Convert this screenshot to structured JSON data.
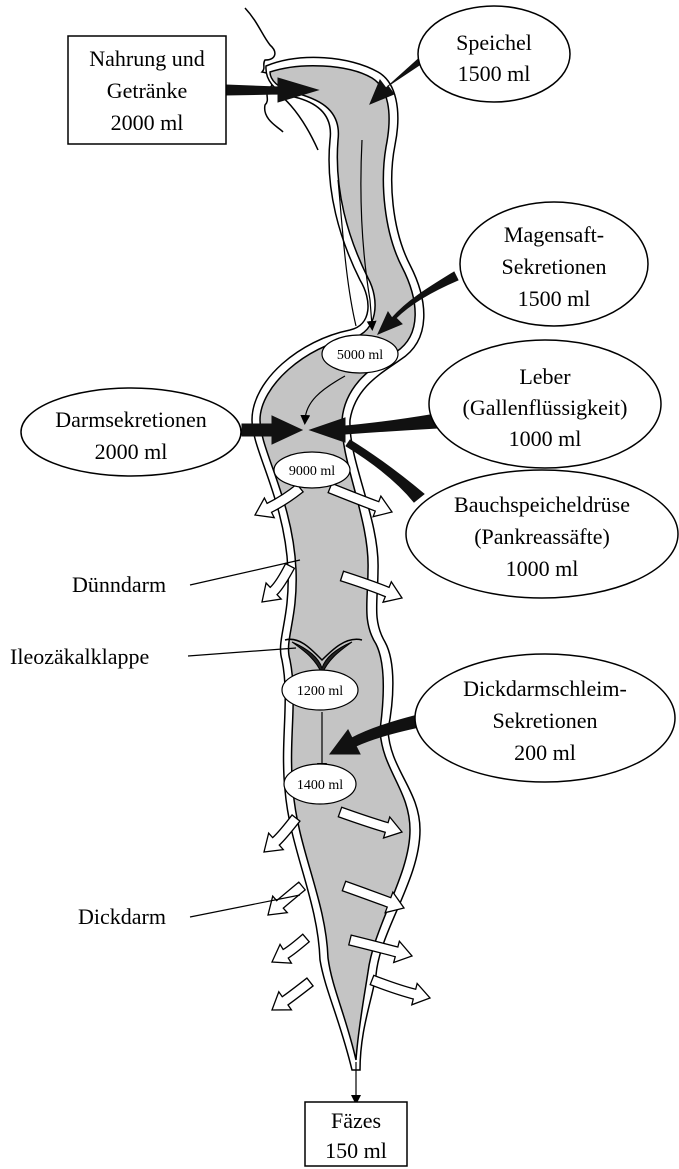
{
  "inputs": {
    "food": {
      "line1": "Nahrung und",
      "line2": "Getränke",
      "line3": "2000 ml"
    },
    "saliva": {
      "line1": "Speichel",
      "line2": "1500 ml"
    },
    "gastric": {
      "line1": "Magensaft-",
      "line2": "Sekretionen",
      "line3": "1500 ml"
    },
    "intestinal": {
      "line1": "Darmsekretionen",
      "line2": "2000 ml"
    },
    "liver": {
      "line1": "Leber",
      "line2": "(Gallenflüssigkeit)",
      "line3": "1000 ml"
    },
    "pancreas": {
      "line1": "Bauchspeicheldrüse",
      "line2": "(Pankreassäfte)",
      "line3": "1000 ml"
    },
    "colon_mucus": {
      "line1": "Dickdarmschleim-",
      "line2": "Sekretionen",
      "line3": "200 ml"
    }
  },
  "volumes": {
    "stomach": "5000 ml",
    "small_intestine": "9000 ml",
    "colon_entry": "1200 ml",
    "colon_mid": "1400 ml"
  },
  "labels": {
    "small_intestine": "Dünndarm",
    "ileocecal_valve": "Ileozäkalklappe",
    "large_intestine": "Dickdarm"
  },
  "output": {
    "line1": "Fäzes",
    "line2": "150 ml"
  },
  "colors": {
    "tract_fill": "#c4c4c4",
    "stroke": "#000000",
    "arrow_fill": "#111111",
    "absorption_arrow_fill": "#ffffff"
  }
}
